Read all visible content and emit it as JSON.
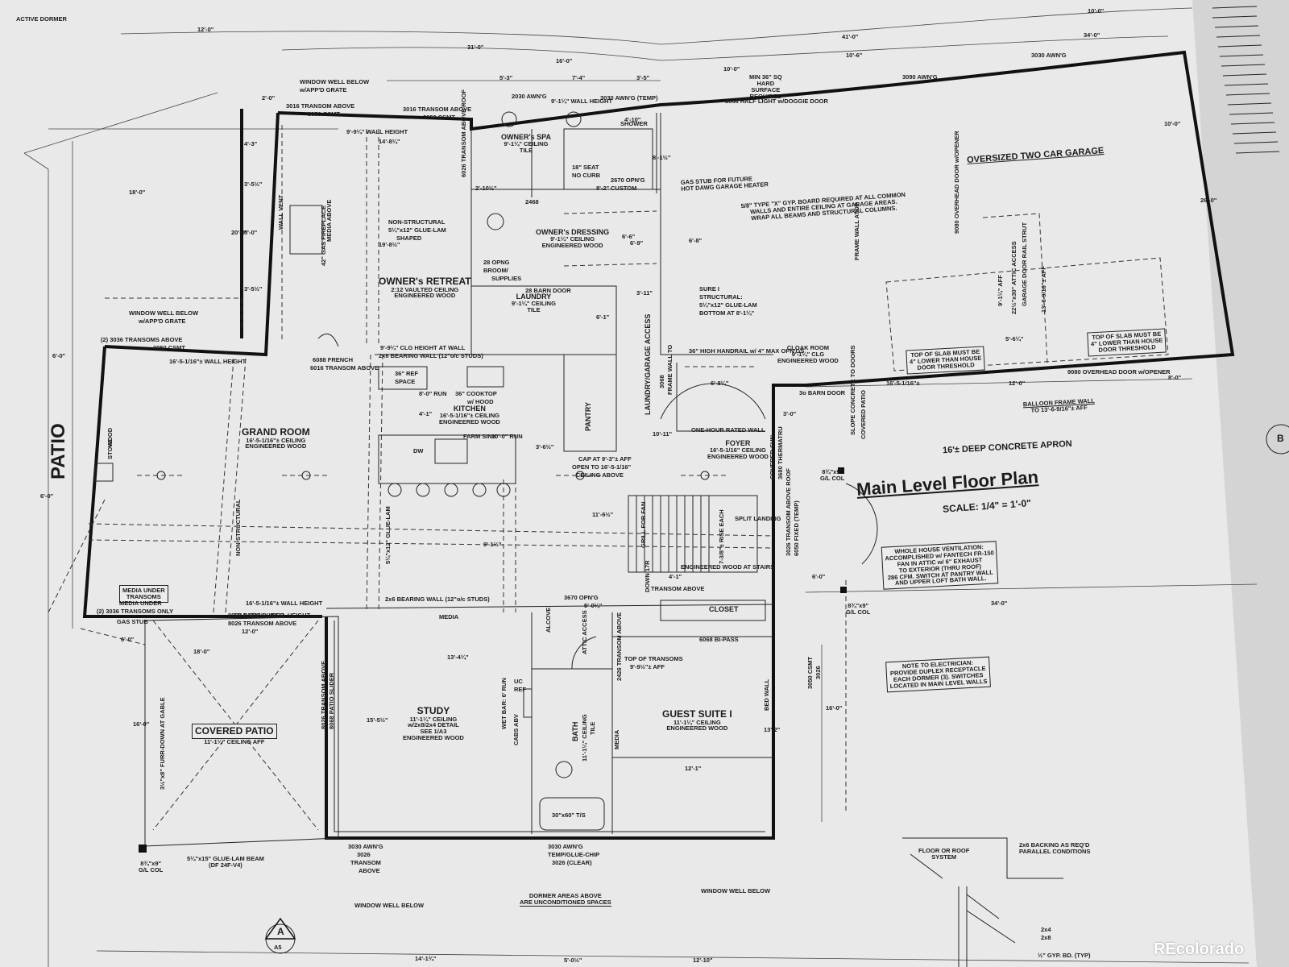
{
  "title": "Main Level Floor Plan",
  "scale": "SCALE: 1/4\" = 1'-0\"",
  "watermark": "REcolorado",
  "rooms": {
    "grand_room": {
      "name": "GRAND ROOM",
      "ceiling": "16'-5-1/16\"± CEILING",
      "floor": "ENGINEERED WOOD"
    },
    "owners_retreat": {
      "name": "OWNER's RETREAT",
      "ceiling": "2:12 VAULTED CEILING",
      "floor": "ENGINEERED WOOD"
    },
    "owners_spa": {
      "name": "OWNER's SPA",
      "ceiling": "9'-1¼\" CEILING",
      "floor": "TILE"
    },
    "owners_dressing": {
      "name": "OWNER's DRESSING",
      "ceiling": "9'-1¼\" CEILING",
      "floor": "ENGINEERED WOOD"
    },
    "laundry": {
      "name": "LAUNDRY",
      "ceiling": "9'-1¼\" CEILING",
      "floor": "TILE"
    },
    "kitchen": {
      "name": "KITCHEN",
      "ceiling": "16'-5-1/16\"± CEILING",
      "floor": "ENGINEERED WOOD"
    },
    "pantry": {
      "name": "PANTRY"
    },
    "foyer": {
      "name": "FOYER",
      "ceiling": "16'-5-1/16\" CEILING",
      "floor": "ENGINEERED WOOD"
    },
    "cloak_room": {
      "name": "CLOAK ROOM",
      "ceiling": "9'-1¼\" CLG",
      "floor": "ENGINEERED WOOD"
    },
    "closet": {
      "name": "CLOSET"
    },
    "study": {
      "name": "STUDY",
      "ceiling": "11'-1¼\" CEILING",
      "detail": "w/2x8/2x4 DETAIL",
      "see": "SEE 1/A3",
      "floor": "ENGINEERED WOOD"
    },
    "bath": {
      "name": "BATH",
      "ceiling": "11'-1¼\" CEILING",
      "floor": "TILE"
    },
    "guest_suite": {
      "name": "GUEST SUITE I",
      "ceiling": "11'-1¼\" CEILING",
      "floor": "ENGINEERED WOOD"
    },
    "garage": {
      "name": "OVERSIZED TWO CAR GARAGE"
    },
    "covered_patio": {
      "name": "COVERED PATIO",
      "ceiling": "11'-1¼\" CEILING AFF"
    },
    "patio": {
      "name": "PATIO"
    },
    "apron": {
      "name": "16'± DEEP CONCRETE APRON"
    },
    "laundry_access": {
      "name": "LAUNDRY/GARAGE ACCESS"
    }
  },
  "notes": {
    "ventilation": [
      "WHOLE HOUSE VENTILATION:",
      "ACCOMPLISHED w/ FANTECH FR-150",
      "FAN IN ATTIC w/ 6\" EXHAUST",
      "TO EXTERIOR (THRU ROOF)",
      "286 CFM. SWITCH AT PANTRY WALL",
      "AND UPPER LOFT BATH WALL."
    ],
    "electrician": [
      "NOTE TO ELECTRICIAN:",
      "PROVIDE DUPLEX RECEPTACLE",
      "EACH DORMER (3). SWITCHES",
      "LOCATED IN MAIN LEVEL WALLS"
    ],
    "gyp": [
      "5/8\" TYPE \"X\" GYP. BOARD REQUIRED AT ALL COMMON",
      "WALLS AND ENTIRE CEILING AT GARAGE AREAS.",
      "WRAP ALL BEAMS AND STRUCTURAL COLUMNS."
    ],
    "slab_left": [
      "TOP OF SLAB MUST BE",
      "4\" LOWER THAN HOUSE",
      "DOOR THRESHOLD"
    ],
    "slab_right": [
      "TOP OF SLAB MUST BE",
      "4\" LOWER THAN HOUSE",
      "DOOR THRESHOLD"
    ],
    "dormer": [
      "DORMER AREAS ABOVE",
      "ARE UNCONDITIONED SPACES"
    ],
    "gas_stub": [
      "GAS STUB FOR FUTURE",
      "HOT DAWG GARAGE HEATER"
    ],
    "balloon": [
      "BALLOON FRAME WALL",
      "TO 13'-6-9/16\"± AFF"
    ],
    "media_under": [
      "MEDIA UNDER",
      "TRANSOMS"
    ],
    "hard_surface": [
      "MIN 36\" SQ",
      "HARD",
      "SURFACE",
      "REQUIRED"
    ],
    "detail_labels": {
      "floor_roof": "FLOOR OR ROOF",
      "system": "SYSTEM",
      "backing": "2x6 BACKING AS REQ'D",
      "parallel": "PARALLEL CONDITIONS",
      "a": "2x4",
      "b": "2x8",
      "gyp": "½\" GYP. BD. (TYP)"
    },
    "beam": [
      "5¼\"x15\" GLUE-LAM BEAM",
      "(DF 24F-V4)"
    ],
    "glcol": [
      "8¾\"x9\"",
      "G/L COL"
    ]
  },
  "labels": [
    {
      "t": "WINDOW WELL BELOW"
    },
    {
      "t": "w/APP'D GRATE"
    },
    {
      "t": "3016 TRANSOM ABOVE"
    },
    {
      "t": "3050 CSMT"
    },
    {
      "t": "3016 TRANSOM ABOVE"
    },
    {
      "t": "3050 CSMT"
    },
    {
      "t": "9'-9¼\" WALL HEIGHT"
    },
    {
      "t": "2030 AWN'G"
    },
    {
      "t": "9'-1¼\" WALL HEIGHT"
    },
    {
      "t": "3030 AWN'G (TEMP)"
    },
    {
      "t": "3068 HALF LIGHT w/DOGGIE DOOR"
    },
    {
      "t": "3090 AWN'G"
    },
    {
      "t": "3030 AWN'G"
    },
    {
      "t": "NON-STRUCTURAL"
    },
    {
      "t": "5¼\"x12\" GLUE-LAM"
    },
    {
      "t": "SHAPED"
    },
    {
      "t": "WALL VENT"
    },
    {
      "t": "MEDIA ABOVE"
    },
    {
      "t": "42\" GAS FIREPLACE"
    },
    {
      "t": "WINDOW WELL BELOW"
    },
    {
      "t": "w/APP'D GRATE"
    },
    {
      "t": "(2) 3036 TRANSOMS ABOVE"
    },
    {
      "t": "3050 CSMT"
    },
    {
      "t": "16'-5-1/16\"± WALL HEIGHT"
    },
    {
      "t": "6088 FRENCH"
    },
    {
      "t": "6016 TRANSOM ABOVE"
    },
    {
      "t": "9'-9¼\" CLG HEIGHT AT WALL"
    },
    {
      "t": "2x6 BEARING WALL (12\"o/c STUDS)"
    },
    {
      "t": "36\" REF"
    },
    {
      "t": "SPACE"
    },
    {
      "t": "8'-0\" RUN"
    },
    {
      "t": "36\" COOKTOP"
    },
    {
      "t": "w/ HOOD"
    },
    {
      "t": "FARM SINK"
    },
    {
      "t": "10'-0\" RUN"
    },
    {
      "t": "DW"
    },
    {
      "t": "WOOD"
    },
    {
      "t": "STOVE"
    },
    {
      "t": "CAP AT 9'-3\"± AFF"
    },
    {
      "t": "OPEN TO 16'-5-1/16\""
    },
    {
      "t": "CEILING ABOVE"
    },
    {
      "t": "NON-STRUCTURAL"
    },
    {
      "t": "5¼\"x12\" GLUE-LAM"
    },
    {
      "t": "2x6 BEARING WALL (12\"o/c STUDS)"
    },
    {
      "t": "16'-5-1/16\"± WALL HEIGHT"
    },
    {
      "t": "3670 OPN'G"
    },
    {
      "t": "MEDIA"
    },
    {
      "t": "16'-5-1/16\"± WALL HEIGHT"
    },
    {
      "t": "MEDIA UNDER"
    },
    {
      "t": "(2) 3036 TRANSOMS ONLY"
    },
    {
      "t": "GAS STUB"
    },
    {
      "t": "8068 PATIO SLIDER"
    },
    {
      "t": "8026 TRANSOM ABOVE"
    },
    {
      "t": "8026 TRANSOM ABOVE"
    },
    {
      "t": "8068 PATIO SLIDER"
    },
    {
      "t": "3½\"x8\" FURR-DOWN AT GABLE"
    },
    {
      "t": "WET BAR: 6' RUN"
    },
    {
      "t": "CABS ABV"
    },
    {
      "t": "UC"
    },
    {
      "t": "REF"
    },
    {
      "t": "ALCOVE"
    },
    {
      "t": "ATTIC ACCESS"
    },
    {
      "t": "TOP OF TRANSOMS"
    },
    {
      "t": "9'-9½\"± AFF"
    },
    {
      "t": "2426 TRANSOM ABOVE"
    },
    {
      "t": "30\"x60\" T/S"
    },
    {
      "t": "3030 AWN'G"
    },
    {
      "t": "3026"
    },
    {
      "t": "TRANSOM"
    },
    {
      "t": "ABOVE"
    },
    {
      "t": "3030 AWN'G"
    },
    {
      "t": "TEMP/GLUE-CHIP"
    },
    {
      "t": "3026 (CLEAR)"
    },
    {
      "t": "WINDOW WELL BELOW"
    },
    {
      "t": "WINDOW WELL BELOW"
    },
    {
      "t": "BED WALL"
    },
    {
      "t": "MEDIA"
    },
    {
      "t": "6068 BI-PASS"
    },
    {
      "t": "3050 CSMT"
    },
    {
      "t": "3026"
    },
    {
      "t": "TRANSOM ABOVE"
    },
    {
      "t": "ENGINEERED WOOD AT STAIRS"
    },
    {
      "t": "7-3/8\"± RISE EACH"
    },
    {
      "t": "SPLIT LANDING"
    },
    {
      "t": "GRILL FOR FAN"
    },
    {
      "t": "DOWN 17R"
    },
    {
      "t": "36\" HIGH HANDRAIL w/ 4\" MAX OPN'GS"
    },
    {
      "t": "ONE-HOUR RATED WALL"
    },
    {
      "t": "3o BARN DOOR"
    },
    {
      "t": "3068"
    },
    {
      "t": "FRAME WALL TO"
    },
    {
      "t": "16'-5-1/16\"±"
    },
    {
      "t": "9080 OVERHEAD DOOR w/OPENER"
    },
    {
      "t": "9080 OVERHEAD DOOR w/OPENER"
    },
    {
      "t": "SLOPE CONCRETE TO DOORS"
    },
    {
      "t": "COVERED PATIO"
    },
    {
      "t": "COVERED SUN"
    },
    {
      "t": "3680 THERMATRU"
    },
    {
      "t": "3026 TRANSOM ABOVE ROOF"
    },
    {
      "t": "6050 FIXED (TEMP)"
    },
    {
      "t": "6026 TRANSOM ABOVE ROOF"
    },
    {
      "t": "28 BARN DOOR"
    },
    {
      "t": "28 OPNG"
    },
    {
      "t": "BROOM/"
    },
    {
      "t": "SUPPLIES"
    },
    {
      "t": "2468"
    },
    {
      "t": "2670 OPN'G"
    },
    {
      "t": "CUSTOM"
    },
    {
      "t": "SHOWER"
    },
    {
      "t": "18\" SEAT"
    },
    {
      "t": "NO CURB"
    },
    {
      "t": "SURE I"
    },
    {
      "t": "STRUCTURAL:"
    },
    {
      "t": "5¼\"x12\" GLUE-LAM"
    },
    {
      "t": "BOTTOM AT 8'-1¼\""
    },
    {
      "t": "FRAME WALL ATOP"
    },
    {
      "t": "22½\"x30\" ATTIC ACCESS"
    },
    {
      "t": "13'-6-9/16\"± AFF"
    },
    {
      "t": "9'-1¼\" AFF"
    },
    {
      "t": "GARAGE DOOR RAIL STRUT"
    },
    {
      "t": "ACTIVE DORMER"
    }
  ],
  "dimensions": {
    "top": [
      "12'-0\"",
      "31'-0\"",
      "16'-0\"",
      "10'-0\"",
      "41'-0\"",
      "10'-6\"",
      "10'-0\"",
      "10'-0\"",
      "5'-3\"",
      "7'-4\"",
      "3'-5\"",
      "2'-0\""
    ],
    "left": [
      "18'-0\"",
      "20'-0\"",
      "6'-0\"",
      "6'-0\"",
      "3'-5½\"",
      "5'-0\"",
      "4'-3\"",
      "3'-5½\""
    ],
    "bottom": [
      "14'-1¾\"",
      "5'-0½\"",
      "12'-10\"",
      "13'-4¼\"",
      "12'-1\"",
      "12'-0\"",
      "18'-0\"",
      "6'-0\"",
      "16'-0\"",
      "15'-5½\""
    ],
    "right": [
      "26'-0\"",
      "34'-0\"",
      "34'-0\"",
      "16'-0\"",
      "12'-0\"",
      "8'-0\"",
      "6'-0\"",
      "5'-6¼\"",
      "13'-2\""
    ],
    "misc": [
      "14'-8¼\"",
      "19'-8½\"",
      "11'-6½\"",
      "9'-1½\"",
      "3'-6½\"",
      "4'-1\"",
      "3'-11\"",
      "6'-8\"",
      "6'-1\"",
      "6'-6\"",
      "8'-2\"",
      "2'-10½\"",
      "4'-10\"",
      "8'-1½\"",
      "5'-0¼\"",
      "10'-11\"",
      "3'-0\"",
      "4'-1\"",
      "6'-8¼\"",
      "6'-9\""
    ]
  },
  "markers": {
    "section_a": "A",
    "section_b": "B",
    "sheet": "A5"
  }
}
